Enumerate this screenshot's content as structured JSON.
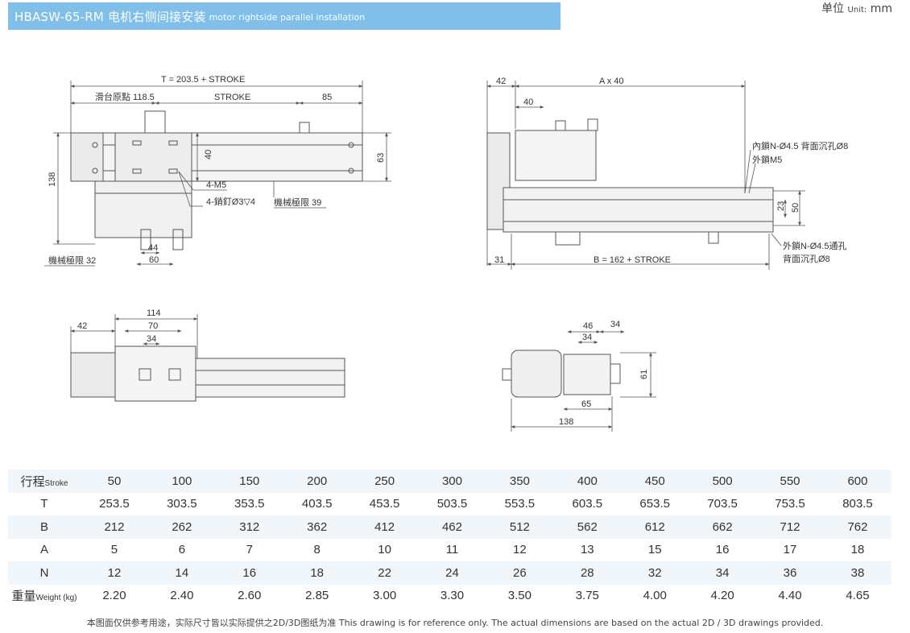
{
  "title": {
    "main": "HBASW-65-RM 电机右侧间接安装",
    "sub": "motor rightside parallel installation"
  },
  "unit": {
    "label": "单位",
    "small": "Unit:",
    "value": "mm"
  },
  "dims": {
    "v1_t": "T = 203.5 + STROKE",
    "v1_origin": "滑台原點 118.5",
    "v1_stroke": "STROKE",
    "v1_85": "85",
    "v1_40": "40",
    "v1_63": "63",
    "v1_138": "138",
    "v1_m5": "4-M5",
    "v1_pin": "4-銷釘Ø3▽4",
    "v1_limit39": "機械極限 39",
    "v1_44": "44",
    "v1_60": "60",
    "v1_limit32": "機械極限 32",
    "v2_42": "42",
    "v2_ax40": "A x 40",
    "v2_40": "40",
    "v2_inner": "內鎖N-Ø4.5 背面沉孔Ø8",
    "v2_outm5": "外鎖M5",
    "v2_23": "23",
    "v2_50": "50",
    "v2_31": "31",
    "v2_b": "B = 162 + STROKE",
    "v2_outer1": "外鎖N-Ø4.5通孔",
    "v2_outer2": "背面沉孔Ø8",
    "v3_42": "42",
    "v3_114": "114",
    "v3_70": "70",
    "v3_34": "34",
    "v4_46": "46",
    "v4_34a": "34",
    "v4_34b": "34",
    "v4_61": "61",
    "v4_65": "65",
    "v4_138": "138"
  },
  "table": {
    "rows": [
      {
        "label": "行程",
        "small": "Stroke",
        "values": [
          "50",
          "100",
          "150",
          "200",
          "250",
          "300",
          "350",
          "400",
          "450",
          "500",
          "550",
          "600"
        ]
      },
      {
        "label": "T",
        "small": "",
        "values": [
          "253.5",
          "303.5",
          "353.5",
          "403.5",
          "453.5",
          "503.5",
          "553.5",
          "603.5",
          "653.5",
          "703.5",
          "753.5",
          "803.5"
        ]
      },
      {
        "label": "B",
        "small": "",
        "values": [
          "212",
          "262",
          "312",
          "362",
          "412",
          "462",
          "512",
          "562",
          "612",
          "662",
          "712",
          "762"
        ]
      },
      {
        "label": "A",
        "small": "",
        "values": [
          "5",
          "6",
          "7",
          "8",
          "10",
          "11",
          "12",
          "13",
          "15",
          "16",
          "17",
          "18"
        ]
      },
      {
        "label": "N",
        "small": "",
        "values": [
          "12",
          "14",
          "16",
          "18",
          "22",
          "24",
          "26",
          "28",
          "32",
          "34",
          "36",
          "38"
        ]
      },
      {
        "label": "重量",
        "small": "Weight (kg)",
        "values": [
          "2.20",
          "2.40",
          "2.60",
          "2.85",
          "3.00",
          "3.30",
          "3.50",
          "3.75",
          "4.00",
          "4.20",
          "4.40",
          "4.65"
        ]
      }
    ]
  },
  "footnote": "本图面仅供参考用途，实际尺寸皆以实际提供之2D/3D图纸为准 This drawing is for reference only. The actual dimensions are based on the actual 2D / 3D drawings provided."
}
